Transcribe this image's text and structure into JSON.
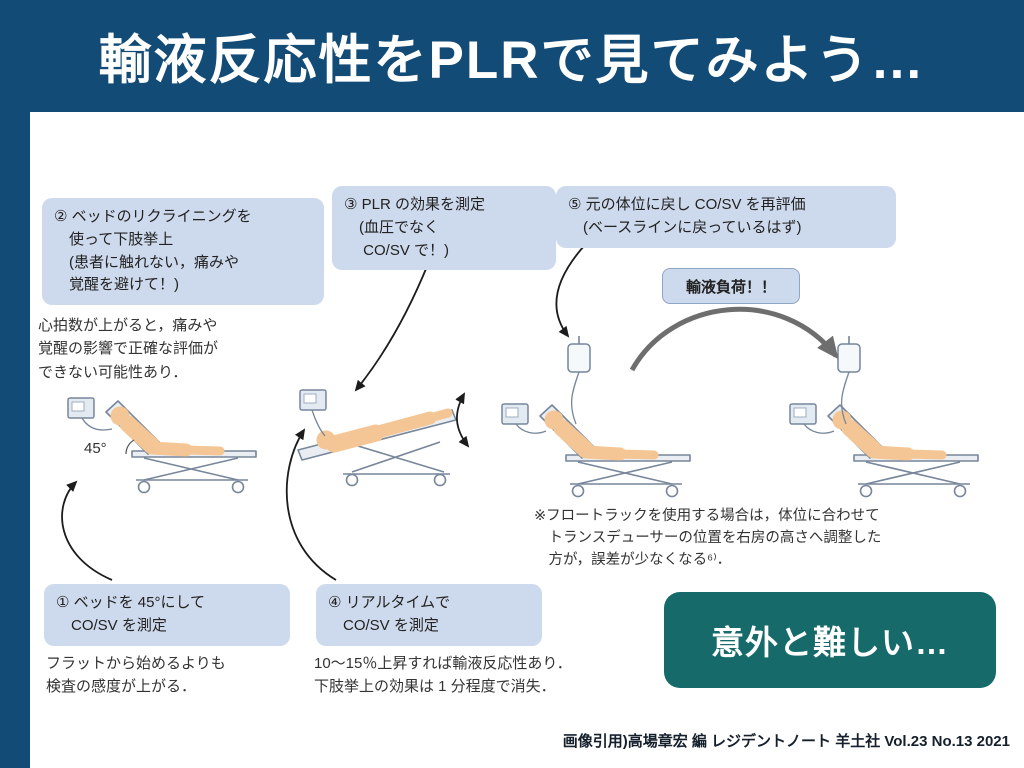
{
  "header": {
    "title": "輸液反応性をPLRで見てみよう…"
  },
  "steps": {
    "step1": {
      "label": "① ベッドを 45°にして\n　CO/SV を測定"
    },
    "step2": {
      "label": "② ベッドのリクライニングを\n　使って下肢挙上\n　(患者に触れない，痛みや\n　覚醒を避けて！)"
    },
    "step3": {
      "label": "③ PLR の効果を測定\n　(血圧でなく\n　 CO/SV で！)"
    },
    "step4": {
      "label": "④ リアルタイムで\n　CO/SV を測定"
    },
    "step5": {
      "label": "⑤ 元の体位に戻し CO/SV を再評価\n　(ベースラインに戻っているはず)"
    },
    "fluid_load": {
      "label": "輸液負荷！！"
    }
  },
  "notes": {
    "heart_rate": "心拍数が上がると，痛みや\n覚醒の影響で正確な評価が\nできない可能性あり．",
    "flat_start": "フラットから始めるよりも\n検査の感度が上がる．",
    "rise": "10〜15％上昇すれば輸液反応性あり．\n下肢挙上の効果は 1 分程度で消失．",
    "flotrac": "※フロートラックを使用する場合は，体位に合わせて\n　トランスデューサーの位置を右房の高さへ調整した\n　方が，誤差が少なくなる⁶⁾．",
    "angle_label": "45°"
  },
  "conclusion": {
    "label": "意外と難しい…"
  },
  "footer": {
    "credit": "画像引用)高場章宏 編 レジデントノート 羊土社 Vol.23 No.13  2021"
  },
  "colors": {
    "header_bg": "#134b77",
    "callout_bg": "#cdd9ec",
    "conclusion_bg": "#166a6a",
    "skin": "#f5c695",
    "outline": "#77869a"
  }
}
